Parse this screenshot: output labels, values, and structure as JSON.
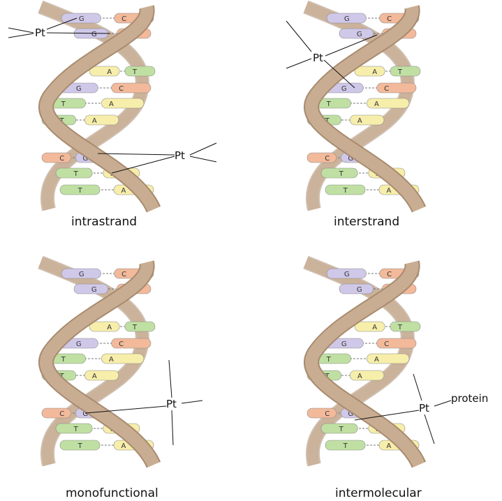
{
  "panels": [
    {
      "caption": "intrastrand",
      "adduct_label": "Pt",
      "pairs": [
        {
          "left": "G",
          "right": "C",
          "left_type": "G",
          "right_type": "C"
        },
        {
          "left": "G",
          "right": "C",
          "left_type": "G",
          "right_type": "C"
        },
        {
          "left": "A",
          "right": "T",
          "left_type": "A",
          "right_type": "T"
        },
        {
          "left": "G",
          "right": "C",
          "left_type": "G",
          "right_type": "C"
        },
        {
          "left": "T",
          "right": "A",
          "left_type": "T",
          "right_type": "A"
        },
        {
          "left": "T",
          "right": "A",
          "left_type": "T",
          "right_type": "A"
        },
        {
          "left": "C",
          "right": "G",
          "left_type": "C",
          "right_type": "G"
        },
        {
          "left": "T",
          "right": "A",
          "left_type": "T",
          "right_type": "A"
        },
        {
          "left": "T",
          "right": "A",
          "left_type": "T",
          "right_type": "A"
        }
      ]
    },
    {
      "caption": "interstrand",
      "adduct_label": "Pt",
      "pairs": [
        {
          "left": "G",
          "right": "C",
          "left_type": "G",
          "right_type": "C"
        },
        {
          "left": "G",
          "right": "C",
          "left_type": "G",
          "right_type": "C"
        },
        {
          "left": "A",
          "right": "T",
          "left_type": "A",
          "right_type": "T"
        },
        {
          "left": "G",
          "right": "C",
          "left_type": "G",
          "right_type": "C"
        },
        {
          "left": "T",
          "right": "A",
          "left_type": "T",
          "right_type": "A"
        },
        {
          "left": "T",
          "right": "A",
          "left_type": "T",
          "right_type": "A"
        },
        {
          "left": "C",
          "right": "G",
          "left_type": "C",
          "right_type": "G"
        },
        {
          "left": "T",
          "right": "A",
          "left_type": "T",
          "right_type": "A"
        },
        {
          "left": "T",
          "right": "A",
          "left_type": "T",
          "right_type": "A"
        }
      ]
    },
    {
      "caption": "monofunctional",
      "adduct_label": "Pt",
      "pairs": [
        {
          "left": "G",
          "right": "C",
          "left_type": "G",
          "right_type": "C"
        },
        {
          "left": "G",
          "right": "C",
          "left_type": "G",
          "right_type": "C"
        },
        {
          "left": "A",
          "right": "T",
          "left_type": "A",
          "right_type": "T"
        },
        {
          "left": "G",
          "right": "C",
          "left_type": "G",
          "right_type": "C"
        },
        {
          "left": "T",
          "right": "A",
          "left_type": "T",
          "right_type": "A"
        },
        {
          "left": "T",
          "right": "A",
          "left_type": "T",
          "right_type": "A"
        },
        {
          "left": "C",
          "right": "G",
          "left_type": "C",
          "right_type": "G"
        },
        {
          "left": "T",
          "right": "A",
          "left_type": "T",
          "right_type": "A"
        },
        {
          "left": "T",
          "right": "A",
          "left_type": "T",
          "right_type": "A"
        }
      ]
    },
    {
      "caption": "intermolecular",
      "adduct_label": "Pt",
      "partner_label": "protein",
      "pairs": [
        {
          "left": "G",
          "right": "C",
          "left_type": "G",
          "right_type": "C"
        },
        {
          "left": "G",
          "right": "C",
          "left_type": "G",
          "right_type": "C"
        },
        {
          "left": "A",
          "right": "T",
          "left_type": "A",
          "right_type": "T"
        },
        {
          "left": "G",
          "right": "C",
          "left_type": "G",
          "right_type": "C"
        },
        {
          "left": "T",
          "right": "A",
          "left_type": "T",
          "right_type": "A"
        },
        {
          "left": "T",
          "right": "A",
          "left_type": "T",
          "right_type": "A"
        },
        {
          "left": "C",
          "right": "G",
          "left_type": "C",
          "right_type": "G"
        },
        {
          "left": "T",
          "right": "A",
          "left_type": "T",
          "right_type": "A"
        },
        {
          "left": "T",
          "right": "A",
          "left_type": "T",
          "right_type": "A"
        }
      ]
    }
  ],
  "colors": {
    "backbone": "#c9ad92",
    "backbone_edge": "#a88b6f",
    "G": "#cfc8e8",
    "C": "#f2b99a",
    "A": "#f6eeaa",
    "T": "#bfe0a2",
    "text": "#111111"
  }
}
